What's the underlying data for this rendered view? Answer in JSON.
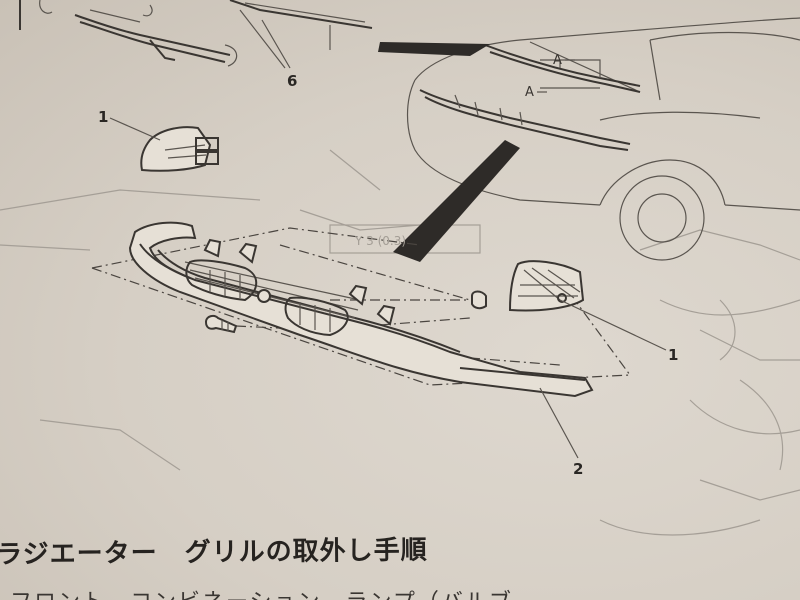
{
  "callouts": {
    "six": "6",
    "one_top": "1",
    "one_right": "1",
    "two": "2"
  },
  "markers": {
    "a_upper": "A",
    "a_lower": "A"
  },
  "inset_label": "Y   3 (0.3)",
  "heading": "ラジエーター　グリルの取外し手順",
  "subline": "フロント　コンビネーション　ランプ（バルブ"
}
